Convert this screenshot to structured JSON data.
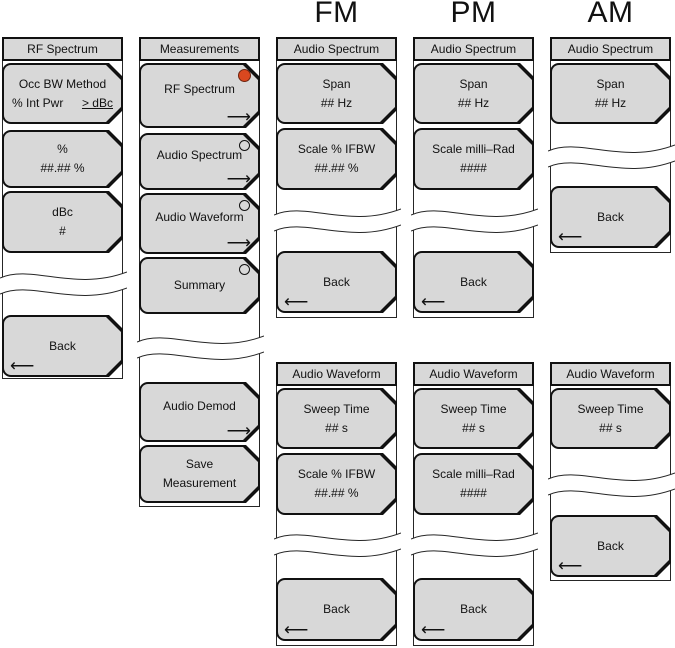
{
  "palette": {
    "key_fill": "#d8d8d8",
    "key_border": "#111111",
    "column_outline": "#262626",
    "indicator_on": "#d9481f",
    "indicator_on_border": "#6e2410",
    "background": "#ffffff"
  },
  "glyphs": {
    "forward_arrow": "⟶",
    "back_arrow": "⟵"
  },
  "section_headers": {
    "fm": "FM",
    "pm": "PM",
    "am": "AM"
  },
  "rf_spectrum": {
    "title": "RF Spectrum",
    "occ_bw_method": {
      "line1": "Occ BW Method",
      "left": "% Int Pwr",
      "selected": "> dBc"
    },
    "percent": {
      "line1": "%",
      "line2": "##.## %"
    },
    "dbc": {
      "line1": "dBc",
      "line2": "#"
    },
    "back": "Back"
  },
  "measurements": {
    "title": "Measurements",
    "rf_spectrum": {
      "label": "RF Spectrum",
      "indicator": "on"
    },
    "audio_spectrum": {
      "label": "Audio Spectrum",
      "indicator": "off"
    },
    "audio_waveform": {
      "label": "Audio Waveform",
      "indicator": "off"
    },
    "summary": {
      "label": "Summary",
      "indicator": "off"
    },
    "audio_demod": {
      "label": "Audio Demod"
    },
    "save_measurement": {
      "line1": "Save",
      "line2": "Measurement"
    }
  },
  "fm": {
    "audio_spectrum": {
      "title": "Audio Spectrum",
      "span": {
        "line1": "Span",
        "line2": "## Hz"
      },
      "scale": {
        "line1": "Scale % IFBW",
        "line2": "##.## %"
      },
      "back": "Back"
    },
    "audio_waveform": {
      "title": "Audio Waveform",
      "sweep_time": {
        "line1": "Sweep Time",
        "line2": "## s"
      },
      "scale": {
        "line1": "Scale % IFBW",
        "line2": "##.## %"
      },
      "back": "Back"
    }
  },
  "pm": {
    "audio_spectrum": {
      "title": "Audio Spectrum",
      "span": {
        "line1": "Span",
        "line2": "## Hz"
      },
      "scale": {
        "line1": "Scale milli–Rad",
        "line2": "####"
      },
      "back": "Back"
    },
    "audio_waveform": {
      "title": "Audio Waveform",
      "sweep_time": {
        "line1": "Sweep Time",
        "line2": "## s"
      },
      "scale": {
        "line1": "Scale milli–Rad",
        "line2": "####"
      },
      "back": "Back"
    }
  },
  "am": {
    "audio_spectrum": {
      "title": "Audio Spectrum",
      "span": {
        "line1": "Span",
        "line2": "## Hz"
      },
      "back": "Back"
    },
    "audio_waveform": {
      "title": "Audio Waveform",
      "sweep_time": {
        "line1": "Sweep Time",
        "line2": "## s"
      },
      "back": "Back"
    }
  }
}
